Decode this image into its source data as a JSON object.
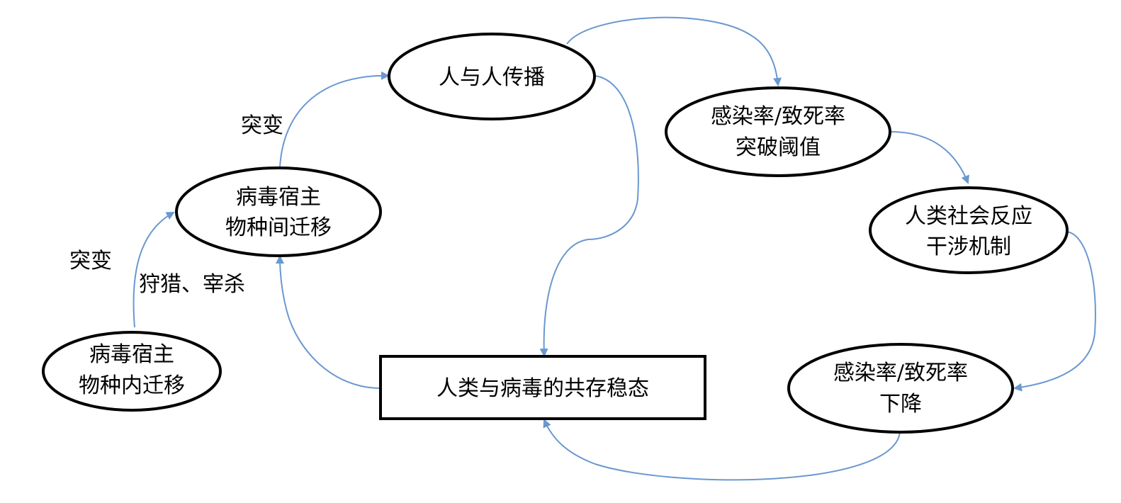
{
  "colors": {
    "arrow": "#6A98CF",
    "node_stroke": "#000000",
    "node_fill": "#FFFFFF",
    "text": "#000000"
  },
  "nodes": {
    "intra_species": {
      "line1": "病毒宿主",
      "line2": "物种内迁移"
    },
    "inter_species": {
      "line1": "病毒宿主",
      "line2": "物种间迁移"
    },
    "human_transmission": {
      "line1": "人与人传播"
    },
    "threshold": {
      "line1": "感染率/致死率",
      "line2": "突破阈值"
    },
    "society_response": {
      "line1": "人类社会反应",
      "line2": "干涉机制"
    },
    "rate_decline": {
      "line1": "感染率/致死率",
      "line2": "下降"
    },
    "coexistence": {
      "line1": "人类与病毒的共存稳态"
    }
  },
  "labels": {
    "mutation_lower": "突变",
    "hunting": "狩猎、宰杀",
    "mutation_upper": "突变"
  }
}
